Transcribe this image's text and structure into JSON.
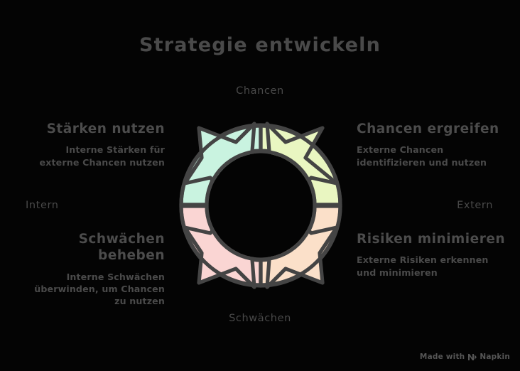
{
  "title": "Strategie entwickeln",
  "axes": {
    "top": "Chancen",
    "bottom": "Schwächen",
    "left": "Intern",
    "right": "Extern"
  },
  "quadrants": [
    {
      "id": "strengths-opportunities",
      "title": "Stärken nutzen",
      "description": "Interne Stärken für\nexterne Chancen nutzen",
      "color": "#c9f3e0",
      "position": "top-left"
    },
    {
      "id": "opportunities-seize",
      "title": "Chancen ergreifen",
      "description": "Externe Chancen\nidentifizieren und nutzen",
      "color": "#e9f6c1",
      "position": "top-right"
    },
    {
      "id": "weaknesses-fix",
      "title": "Schwächen\nbeheben",
      "description": "Interne Schwächen\nüberwinden, um Chancen\nzu nutzen",
      "color": "#fad5d3",
      "position": "bottom-left"
    },
    {
      "id": "risks-minimize",
      "title": "Risiken minimieren",
      "description": "Externe Risiken erkennen\nund minimieren",
      "color": "#fbe0c9",
      "position": "bottom-right"
    }
  ],
  "diagram": {
    "type": "circular-arrow-cycle",
    "segments": 4,
    "outline_color": "#444444",
    "background": "#040404"
  },
  "watermark": {
    "prefix": "Made with",
    "brand": "Napkin",
    "logo_icon": "napkin-logo-icon"
  }
}
